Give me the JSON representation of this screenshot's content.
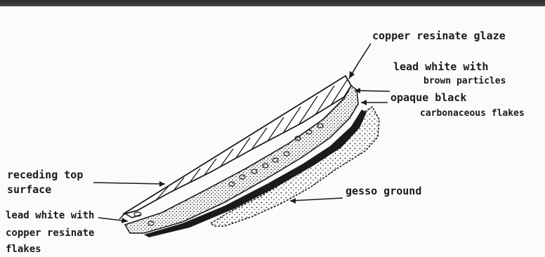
{
  "labels": {
    "copper_resinate_glaze": "copper resinate glaze",
    "lead_white_brown_line1": "lead white with",
    "lead_white_brown_line2": "brown particles",
    "opaque_black_line1": "opaque black",
    "opaque_black_line2": "carbonaceous flakes",
    "receding_line1": "receding top",
    "receding_line2": "surface",
    "gesso_ground": "gesso ground",
    "lead_white_copper_line1": "lead white with",
    "lead_white_copper_line2": "copper resinate",
    "lead_white_copper_line3": "flakes"
  },
  "colors": {
    "ink": "#1a1a1a",
    "paper": "#fbfbfa"
  }
}
